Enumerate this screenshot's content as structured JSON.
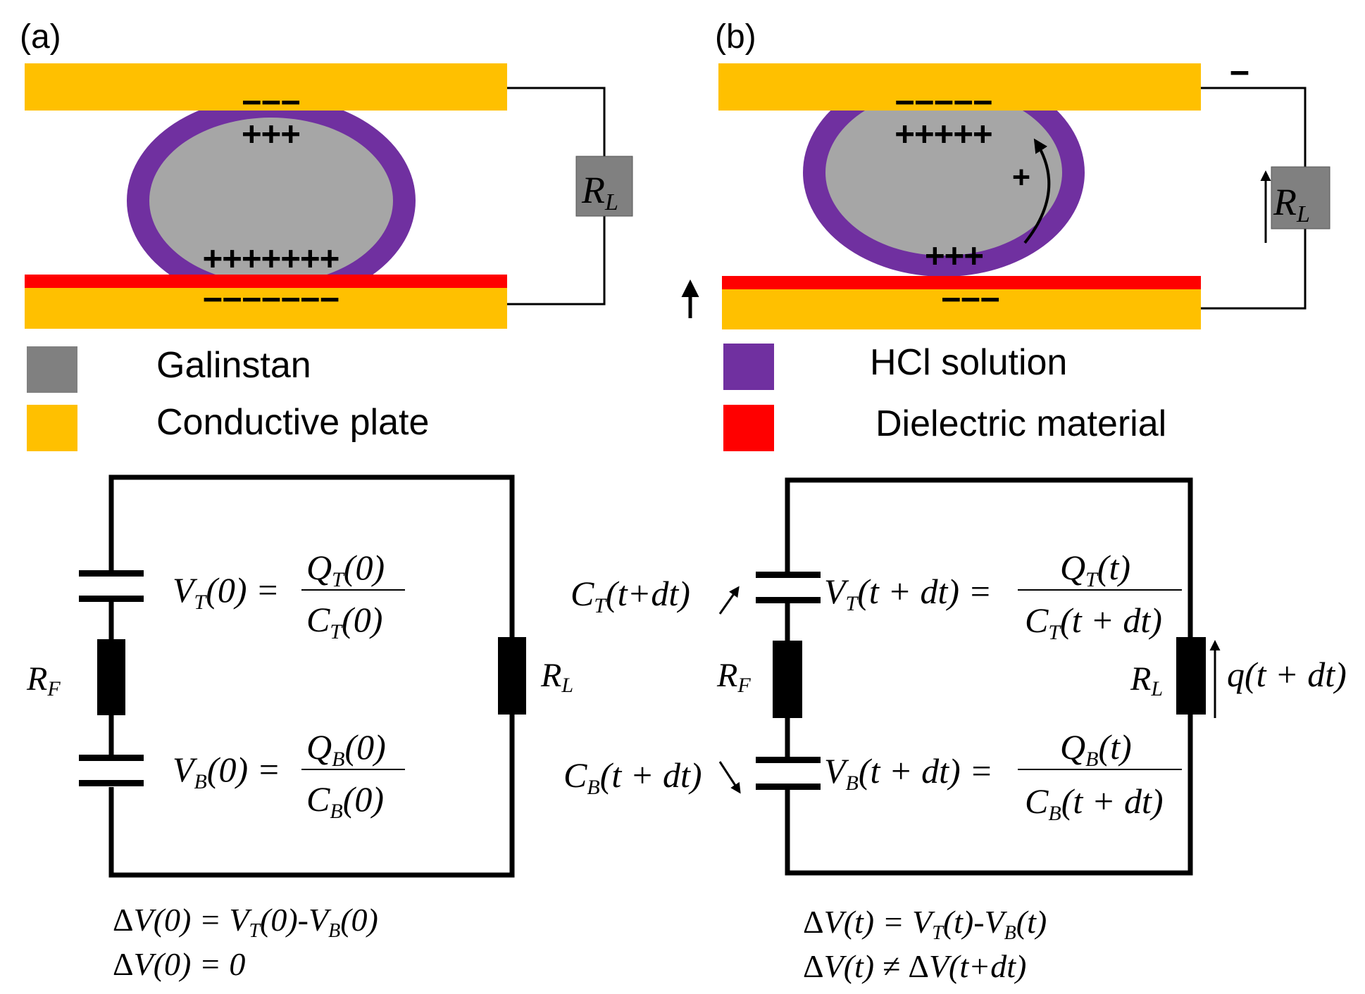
{
  "colors": {
    "galinstan": "#a6a6a6",
    "galinstan_legend": "#808080",
    "conductive_plate": "#ffc000",
    "hcl_solution": "#7030a0",
    "dielectric": "#ff0000",
    "resistor_box": "#808080"
  },
  "panel_a": {
    "label": "(a)",
    "top_charges_minus": "−−−",
    "top_charges_plus": "+++",
    "bottom_charges_plus": "+++++++",
    "bottom_charges_minus": "−−−−−−−",
    "resistor": "R",
    "resistor_sub": "L",
    "legend": [
      {
        "label": "Galinstan",
        "swatch": "galinstan"
      },
      {
        "label": "Conductive plate",
        "swatch": "conductive_plate"
      }
    ]
  },
  "panel_b": {
    "label": "(b)",
    "top_charges_minus": "−−−−−",
    "top_charges_plus": "+++++",
    "mid_charge_plus": "+",
    "bottom_charges_plus": "+++",
    "bottom_charges_minus": "−−−",
    "terminal_sign": "−",
    "resistor": "R",
    "resistor_sub": "L",
    "legend": [
      {
        "label": "HCl solution",
        "swatch": "hcl_solution"
      },
      {
        "label": "Dielectric material",
        "swatch": "dielectric"
      }
    ]
  },
  "circuit_a": {
    "rf": "R",
    "rf_sub": "F",
    "rl": "R",
    "rl_sub": "L",
    "vt": "V_T(0) = Q_T(0) / C_T(0)",
    "vb": "V_B(0) = Q_B(0) / C_B(0)",
    "eq1": "ΔV(0) = V_T(0)-V_B(0)",
    "eq2": "ΔV(0) = 0"
  },
  "circuit_b": {
    "rf": "R",
    "rf_sub": "F",
    "rl": "R",
    "rl_sub": "L",
    "ct": "C_T(t+dt)",
    "cb": "C_B(t + dt)",
    "q": "q(t + dt)",
    "vt": "V_T(t + dt) = Q_T(t) / C_T(t + dt)",
    "vb": "V_B(t + dt) = Q_B(t) / C_B(t + dt)",
    "eq1": "ΔV(t) = V_T(t)-V_B(t)",
    "eq2": "ΔV(t) ≠ ΔV(t+dt)"
  }
}
